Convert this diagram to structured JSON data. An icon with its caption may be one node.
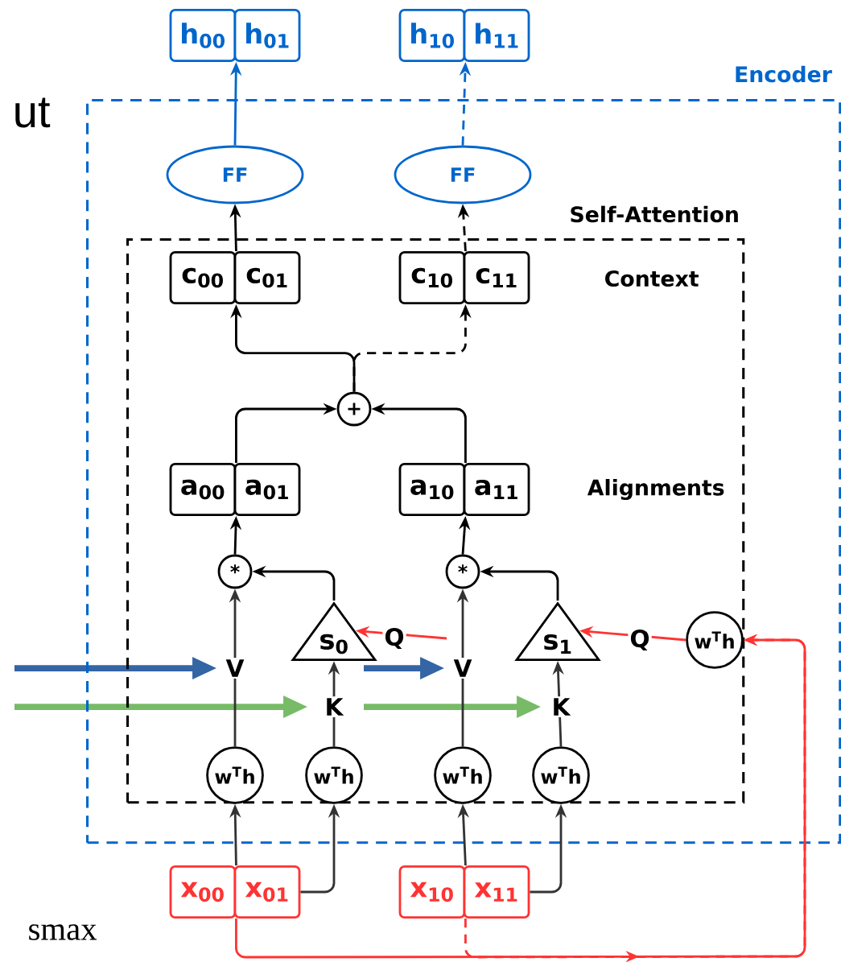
{
  "diagram": {
    "nodes": [
      {
        "text": [
          "Encoder"
        ]
      },
      {
        "text": [
          "Self-Attention"
        ],
        "in": 0
      },
      {
        "text": [
          "h$_{00}$"
        ]
      },
      {
        "text": [
          "h$_{01}$"
        ]
      },
      {
        "text": [
          "h$_{10}$"
        ]
      },
      {
        "text": [
          "h$_{11}$"
        ]
      },
      {
        "text": [
          "FF"
        ],
        "in": 0
      },
      {
        "text": [
          "FF"
        ],
        "in": 0
      },
      {
        "text": [
          "c$_{00}$"
        ],
        "in": 1
      },
      {
        "text": [
          "c$_{01}$"
        ],
        "in": 1
      },
      {
        "text": [
          "c$_{10}$"
        ],
        "in": 1
      },
      {
        "text": [
          "c$_{11}$"
        ],
        "in": 1
      },
      {
        "text": [
          "+"
        ],
        "in": 1
      },
      {
        "text": [
          "a$_{00}$"
        ],
        "in": 1
      },
      {
        "text": [
          "a$_{01}$"
        ],
        "in": 1
      },
      {
        "text": [
          "a$_{10}$"
        ],
        "in": 1
      },
      {
        "text": [
          "a$_{11}$"
        ],
        "in": 1
      },
      {
        "text": [
          "*"
        ],
        "in": 1
      },
      {
        "text": [
          "*"
        ],
        "in": 1
      },
      {
        "text": [
          "s$_{0}$"
        ],
        "in": 1
      },
      {
        "text": [
          "s$_{1}$"
        ],
        "in": 1
      },
      {
        "text": [
          "w$^{T}$h"
        ],
        "in": 1
      },
      {
        "text": [
          "w$^{T}$h"
        ],
        "in": 1
      },
      {
        "text": [
          "w$^{T}$h"
        ],
        "in": 1
      },
      {
        "text": [
          "w$^{T}$h"
        ],
        "in": 1
      },
      {
        "text": [
          "w$^{T}$h"
        ],
        "in": 1
      },
      {
        "text": [
          "x$_{00}$"
        ]
      },
      {
        "text": [
          "x$_{01}$"
        ]
      },
      {
        "text": [
          "x$_{10}$"
        ]
      },
      {
        "text": [
          "x$_{11}$"
        ]
      }
    ],
    "edges": [
      {
        "from": 6,
        "to": 2,
        "arrow": "to",
        "color": "#0066cc"
      },
      {
        "from": 7,
        "to": 4,
        "arrow": "to",
        "style": "dashed",
        "color": "#0066cc"
      },
      {
        "from": 8,
        "to": 6,
        "arrow": "to"
      },
      {
        "from": 10,
        "to": 7,
        "arrow": "to",
        "style": "dashed"
      },
      {
        "from": 12,
        "to": 8,
        "arrow": "to"
      },
      {
        "from": 12,
        "to": 10,
        "arrow": "to",
        "style": "dashed"
      },
      {
        "from": 13,
        "to": 12,
        "arrow": "to"
      },
      {
        "from": 15,
        "to": 12,
        "arrow": "to"
      },
      {
        "from": 17,
        "to": 13,
        "arrow": "to"
      },
      {
        "from": 18,
        "to": 15,
        "arrow": "to"
      },
      {
        "from": 19,
        "to": 17,
        "arrow": "to"
      },
      {
        "from": 20,
        "to": 18,
        "arrow": "to"
      },
      {
        "from": 22,
        "to": 17,
        "arrow": "to",
        "label": "V",
        "color": "#333333"
      },
      {
        "from": 23,
        "to": 19,
        "arrow": "to",
        "label": "K",
        "color": "#333333"
      },
      {
        "from": 24,
        "to": 18,
        "arrow": "to",
        "label": "V",
        "color": "#333333"
      },
      {
        "from": 25,
        "to": 20,
        "arrow": "to",
        "label": "K",
        "color": "#333333"
      },
      {
        "from": 21,
        "to": 20,
        "arrow": "to",
        "label": "Q",
        "color": "#ff3333"
      },
      {
        "from": null,
        "to": 19,
        "arrow": "to",
        "label": "Q",
        "color": "#ff3333"
      },
      {
        "from": 26,
        "to": 22,
        "arrow": "to",
        "color": "#333333"
      },
      {
        "from": 27,
        "to": 23,
        "arrow": "to",
        "color": "#333333"
      },
      {
        "from": 28,
        "to": 24,
        "arrow": "to",
        "color": "#333333"
      },
      {
        "from": 29,
        "to": 25,
        "arrow": "to",
        "color": "#333333"
      },
      {
        "from": 26,
        "to": 21,
        "arrow": "to",
        "color": "#ff3333"
      },
      {
        "from": 28,
        "to": 21,
        "arrow": "to",
        "style": "dashed",
        "color": "#ff3333"
      }
    ],
    "labels": [
      "ut",
      "Context",
      "Alignments",
      "smax"
    ]
  }
}
